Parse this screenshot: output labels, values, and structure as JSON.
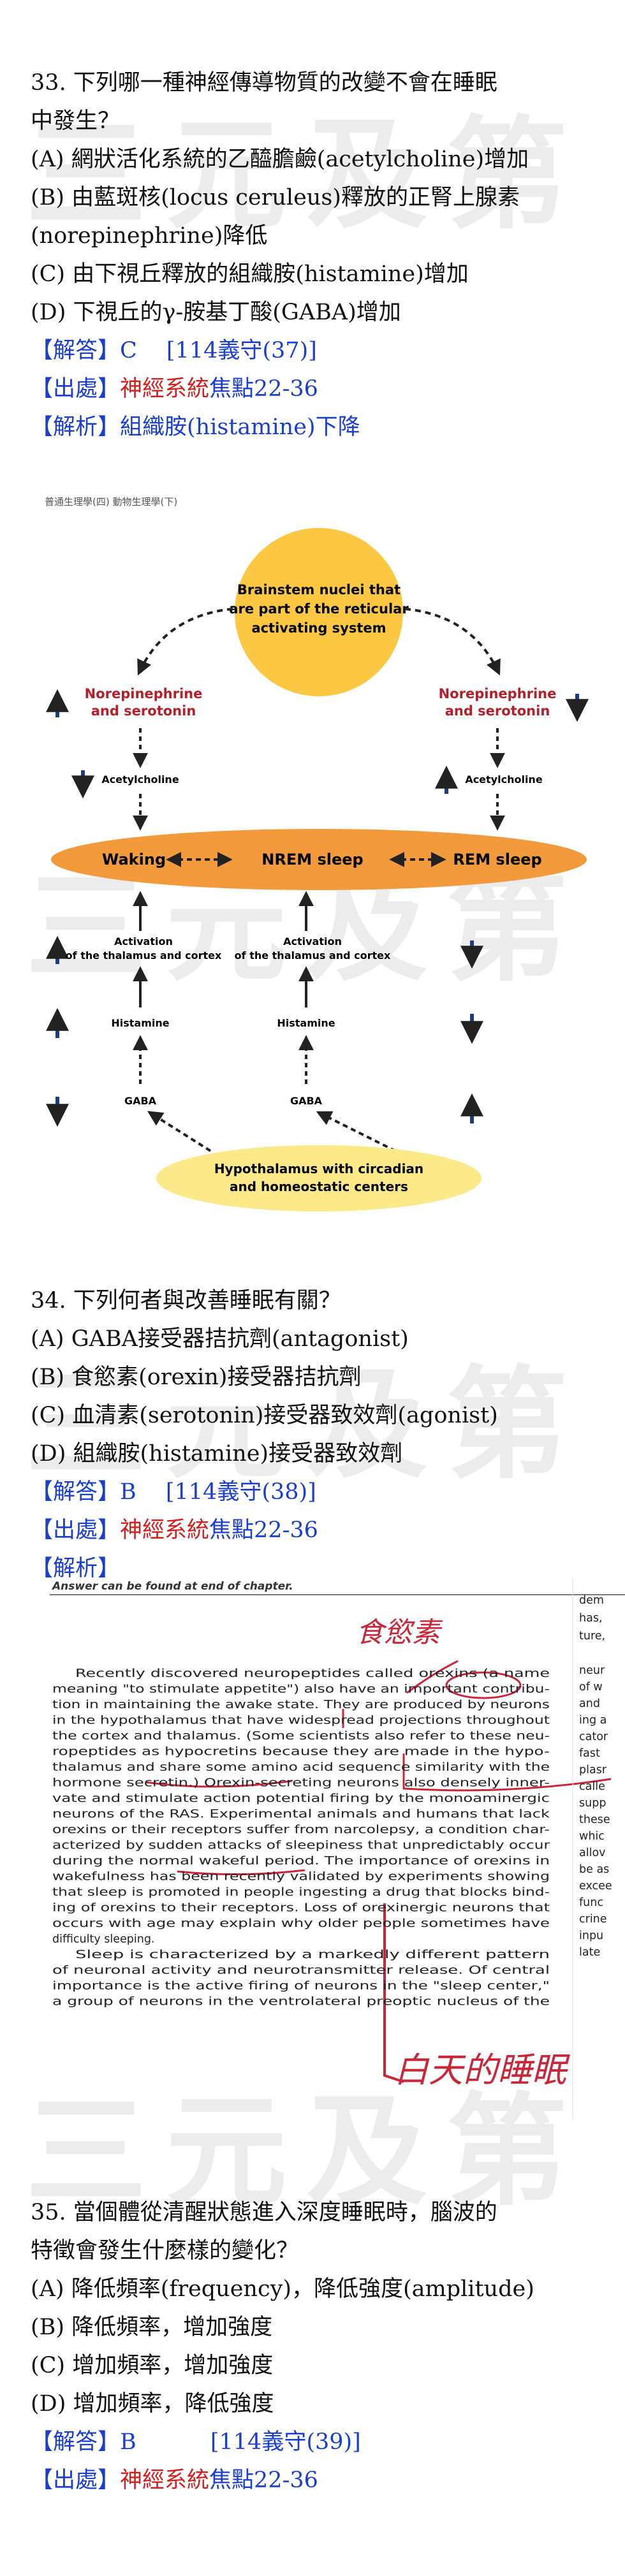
{
  "watermark": "三元及第",
  "q33": {
    "stem_l1": "33. 下列哪一種神經傳導物質的改變不會在睡眠",
    "stem_l2": "中發生？",
    "opt_a": "(A) 網狀活化系統的乙醯膽鹼(acetylcholine)增加",
    "opt_b_l1": "(B) 由藍斑核(locus ceruleus)釋放的正腎上腺素",
    "opt_b_l2": "(norepinephrine)降低",
    "opt_c": "(C) 由下視丘釋放的組織胺(histamine)增加",
    "opt_d": "(D) 下視丘的γ-胺基丁酸(GABA)增加",
    "answer_label": "【解答】",
    "answer_value": "C　 [114義守(37)]",
    "source_label": "【出處】",
    "source_red": "神經系統",
    "source_rest": "焦點22-36",
    "explain_label": "【解析】",
    "explain_value": "組織胺(histamine)下降"
  },
  "diagram": {
    "header": "普通生理學(四)  動物生理學(下)",
    "brainstem": [
      "Brainstem nuclei that",
      "are part of the reticular",
      "activating system"
    ],
    "ne_ser": [
      "Norepinephrine",
      "and serotonin"
    ],
    "ach": "Acetylcholine",
    "waking": "Waking",
    "nrem": "NREM sleep",
    "rem": "REM sleep",
    "activation": [
      "Activation",
      "of the thalamus and cortex"
    ],
    "histamine": "Histamine",
    "gaba": "GABA",
    "hypo": [
      "Hypothalamus with circadian",
      "and homeostatic centers"
    ]
  },
  "q34": {
    "stem": "34. 下列何者與改善睡眠有關？",
    "opt_a": "(A) GABA接受器拮抗劑(antagonist)",
    "opt_b": "(B) 食慾素(orexin)接受器拮抗劑",
    "opt_c": "(C) 血清素(serotonin)接受器致效劑(agonist)",
    "opt_d": "(D) 組織胺(histamine)接受器致效劑",
    "answer_label": "【解答】",
    "answer_value": "B　 [114義守(38)]",
    "source_label": "【出處】",
    "source_red": "神經系統",
    "source_rest": "焦點22-36",
    "explain_label": "【解析】"
  },
  "excerpt": {
    "top_line": "Answer can be found at end of chapter.",
    "handwriting_top": "食慾素",
    "handwriting_bottom": "白天的睡眠",
    "para1": [
      "Recently discovered neuropeptides called orexins (a name",
      "meaning \"to stimulate appetite\") also have an important contribu-",
      "tion in maintaining the awake state. They are produced by neurons",
      "in the hypothalamus that have widespread projections throughout",
      "the cortex and thalamus. (Some scientists also refer to these neu-",
      "ropeptides as hypocretins because they are made in the hypo-",
      "thalamus and share some amino acid sequence similarity with the",
      "hormone secretin.) Orexin-secreting neurons also densely inner-",
      "vate and stimulate action potential firing by the monoaminergic",
      "neurons of the RAS. Experimental animals and humans that lack",
      "orexins or their receptors suffer from narcolepsy, a condition char-",
      "acterized by sudden attacks of sleepiness that unpredictably occur",
      "during the normal wakeful period. The importance of orexins in",
      "wakefulness has been recently validated by experiments showing",
      "that sleep is promoted in people ingesting a drug that blocks bind-",
      "ing of orexins to their receptors. Loss of orexinergic neurons that",
      "occurs with age may explain why older people sometimes have",
      "difficulty sleeping."
    ],
    "para2": [
      "Sleep is characterized by a markedly different pattern",
      "of neuronal activity and neurotransmitter release. Of central",
      "importance is the active firing of neurons in the \"sleep center,\"",
      "a group of neurons in the ventrolateral preoptic nucleus of the"
    ],
    "right_col": [
      "dem",
      "has,",
      "ture,",
      "",
      "neur",
      "of w",
      "and",
      "ing a",
      "cator",
      "fast",
      "plasr",
      "calle",
      "supp",
      "these",
      "whic",
      "allov",
      "be as",
      "excee",
      "func",
      "crine",
      "inpu",
      "late"
    ]
  },
  "q35": {
    "stem_l1": "35. 當個體從清醒狀態進入深度睡眠時，腦波的",
    "stem_l2": "特徵會發生什麼樣的變化？",
    "opt_a": "(A) 降低頻率(frequency)，降低強度(amplitude)",
    "opt_b": "(B) 降低頻率，增加強度",
    "opt_c": "(C) 增加頻率，增加強度",
    "opt_d": "(D) 增加頻率，降低強度",
    "answer_label": "【解答】",
    "answer_value": "B　　　 [114義守(39)]",
    "source_label": "【出處】",
    "source_red": "神經系統",
    "source_rest": "焦點22-36"
  },
  "colors": {
    "label_blue": "#1a3fcf",
    "source_red": "#d31e1e",
    "arrow_red": "#b3202a",
    "arrow_blue": "#1c3c86",
    "ellipse_orange": "#f39a3c",
    "circle_yellow": "#fcc844",
    "hypo_yellow": "#fbe98a"
  }
}
